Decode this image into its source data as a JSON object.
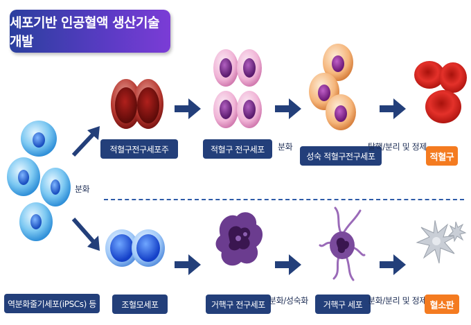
{
  "title": "세포기반 인공혈액 생산기술개발",
  "source": {
    "label": "역분화줄기세포(iPSCs) 등"
  },
  "branch_label": "분화",
  "rbc_row": {
    "stage1": "적혈구전구세포주",
    "stage2": "적혈구 전구세포",
    "transition2": "분화",
    "stage3": "성숙 적혈구전구세포",
    "transition3": "탈핵/분리 및 정제",
    "final": "적혈구"
  },
  "plt_row": {
    "stage1": "조혈모세포",
    "stage2": "거핵구 전구세포",
    "transition2": "분화/성숙화",
    "stage3": "거핵구 세포",
    "transition3": "분화/분리 및 정제",
    "final": "혈소판"
  },
  "colors": {
    "navy": "#233f7a",
    "orange": "#f47b20",
    "title_start": "#2a3f9e",
    "title_end": "#7b3cd6"
  }
}
